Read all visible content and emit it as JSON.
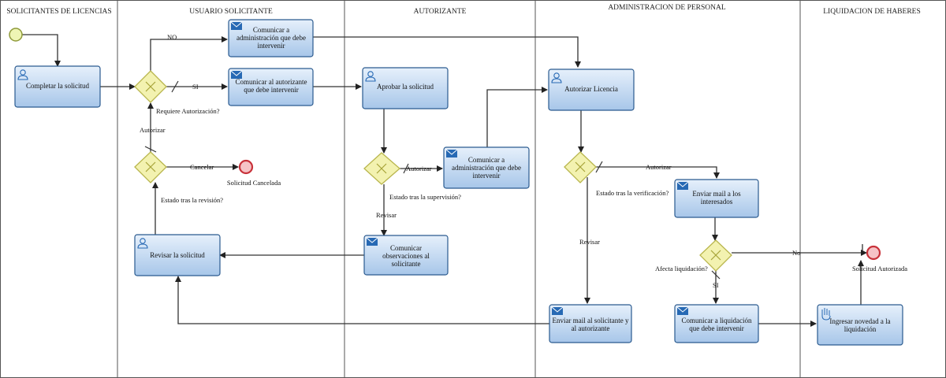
{
  "lanes": [
    "SOLICITANTES DE LICENCIAS",
    "USUARIO SOLICITANTE",
    "AUTORIZANTE",
    "ADMINISTRACION DE PERSONAL",
    "LIQUIDACION DE HABERES"
  ],
  "tasks": {
    "completar": [
      "Completar la solicitud"
    ],
    "comunicar_admin": [
      "Comunicar a",
      "administración que debe",
      "intervenir"
    ],
    "comunicar_autorizante": [
      "Comunicar al autorizante",
      "que debe intervenir"
    ],
    "revisar": [
      "Revisar la solicitud"
    ],
    "aprobar": [
      "Aprobar la solicitud"
    ],
    "comunicar_admin2": [
      "Comunicar a",
      "administración que debe",
      "intervenir"
    ],
    "comunicar_obs": [
      "Comunicar",
      "observaciones al",
      "solicitante"
    ],
    "autorizar_licencia": [
      "Autorizar Licencia"
    ],
    "mail_interesados": [
      "Enviar mail a los",
      "interesados"
    ],
    "mail_solicitante": [
      "Enviar mail al solicitante y",
      "al autorizante"
    ],
    "comunicar_liquidacion": [
      "Comunicar a liquidación",
      "que debe intervenir"
    ],
    "ingresar_novedad": [
      "Ingresar novedad a la",
      "liquidación"
    ]
  },
  "gateway_labels": {
    "requiere": "Requiere Autorización?",
    "revision": "Estado tras la revisión?",
    "supervision": "Estado tras la supervisión?",
    "verificacion": "Estado tras la verificación?",
    "afecta": "Afecta liquidación?"
  },
  "flow_labels": {
    "no": "NO",
    "si": "SI",
    "autorizar1": "Autorizar",
    "cancelar": "Cancelar",
    "autorizar2": "Autorizar",
    "revisar1": "Revisar",
    "autorizar3": "Autorizar",
    "revisar2": "Revisar",
    "no2": "No",
    "si2": "SI"
  },
  "events": {
    "cancelada": "Solicitud Cancelada",
    "autorizada": "Solicitud Autorizada"
  },
  "colors": {
    "task_fill_top": "#e3eefa",
    "task_fill_bottom": "#a9c8ea",
    "task_stroke": "#2a5a8f",
    "gateway_fill": "#f3f2b0",
    "gateway_stroke": "#b9b64d",
    "end_fill": "#f6c3c6",
    "end_stroke": "#c8323a",
    "start_fill": "#eef5b4",
    "start_stroke": "#8f9a3a",
    "icon_blue": "#2769b4"
  }
}
